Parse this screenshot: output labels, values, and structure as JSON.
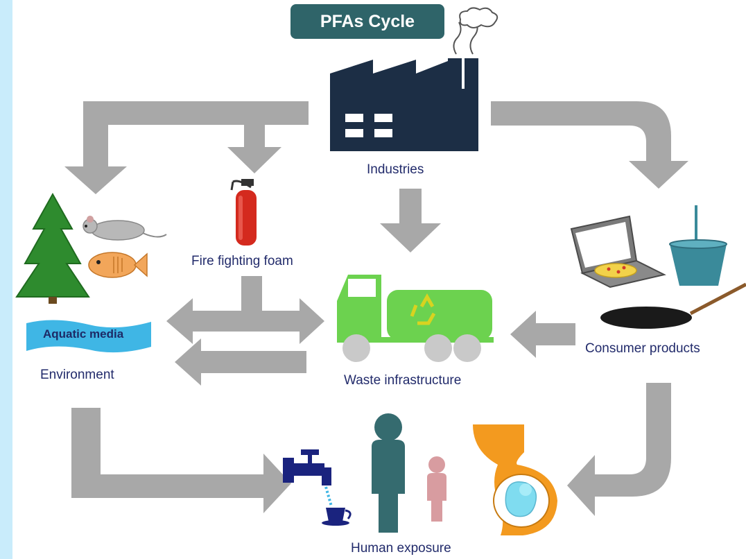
{
  "title": "PFAs Cycle",
  "nodes": {
    "industries": "Industries",
    "fire_fighting_foam": "Fire fighting foam",
    "aquatic_media": "Aquatic media",
    "environment": "Environment",
    "waste_infrastructure": "Waste infrastructure",
    "consumer_products": "Consumer products",
    "human_exposure": "Human exposure"
  },
  "colors": {
    "arrow": "#a8a8a8",
    "factory": "#1c2e45",
    "extinguisher": "#d42a1e",
    "truck": "#6cd24f",
    "tree": "#2e8b2e",
    "water": "#3fb6e5",
    "human": "#356b6f",
    "child": "#d89ca0",
    "pregnant": "#f39a1f",
    "title_bg": "#2f6469"
  },
  "icons": [
    "factory-icon",
    "smoke-cloud-icon",
    "fire-extinguisher-icon",
    "tree-icon",
    "mouse-icon",
    "fish-icon",
    "water-wave-icon",
    "garbage-truck-icon",
    "recycle-icon",
    "laptop-icon",
    "pizza-icon",
    "cup-icon",
    "frying-pan-icon",
    "faucet-icon",
    "coffee-cup-icon",
    "adult-silhouette-icon",
    "child-silhouette-icon",
    "pregnant-woman-icon",
    "fetus-icon"
  ]
}
